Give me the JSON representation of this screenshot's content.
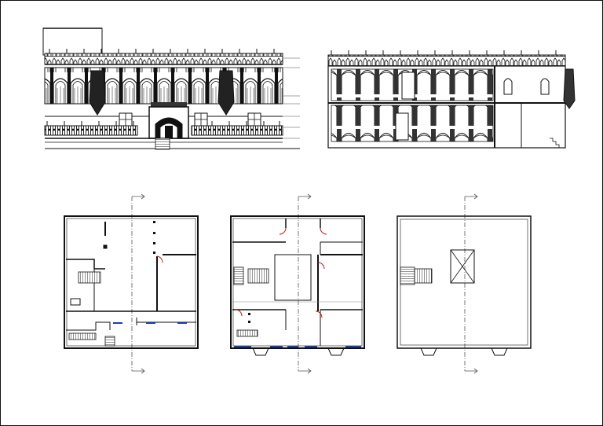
{
  "drawing": {
    "sheet_border": true,
    "views": [
      {
        "kind": "front-elevation"
      },
      {
        "kind": "side-section"
      },
      {
        "kind": "ground-floor-plan"
      },
      {
        "kind": "upper-floor-plan"
      },
      {
        "kind": "roof-plan"
      }
    ],
    "colors": {
      "line": "#111111",
      "background": "#ffffff",
      "door_swing": "#cc1111",
      "window_glazing": "#1a3fa8",
      "section_line": "#555555"
    }
  }
}
